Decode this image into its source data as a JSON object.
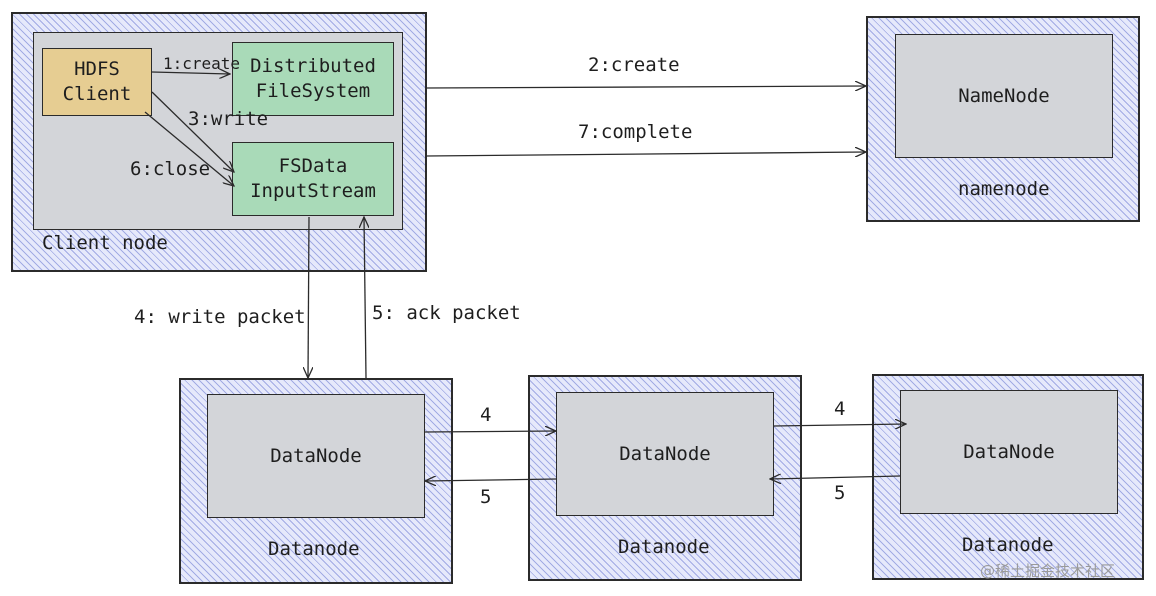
{
  "client_node": {
    "label": "Client node",
    "hdfs_client": "HDFS\nClient",
    "distributed_fs": "Distributed\nFileSystem",
    "fsdata_stream": "FSData\nInputStream",
    "steps": {
      "create": "1:create",
      "write": "3:write",
      "close": "6:close"
    }
  },
  "namenode": {
    "inner_label": "NameNode",
    "outer_label": "namenode"
  },
  "edges": {
    "create": "2:create",
    "complete": "7:complete",
    "write_packet": "4: write packet",
    "ack_packet": "5: ack packet",
    "dn_forward_1": "4",
    "dn_back_1": "5",
    "dn_forward_2": "4",
    "dn_back_2": "5"
  },
  "datanodes": [
    {
      "inner_label": "DataNode",
      "outer_label": "Datanode"
    },
    {
      "inner_label": "DataNode",
      "outer_label": "Datanode"
    },
    {
      "inner_label": "DataNode",
      "outer_label": "Datanode"
    }
  ],
  "watermark": "@稀土掘金技术社区"
}
